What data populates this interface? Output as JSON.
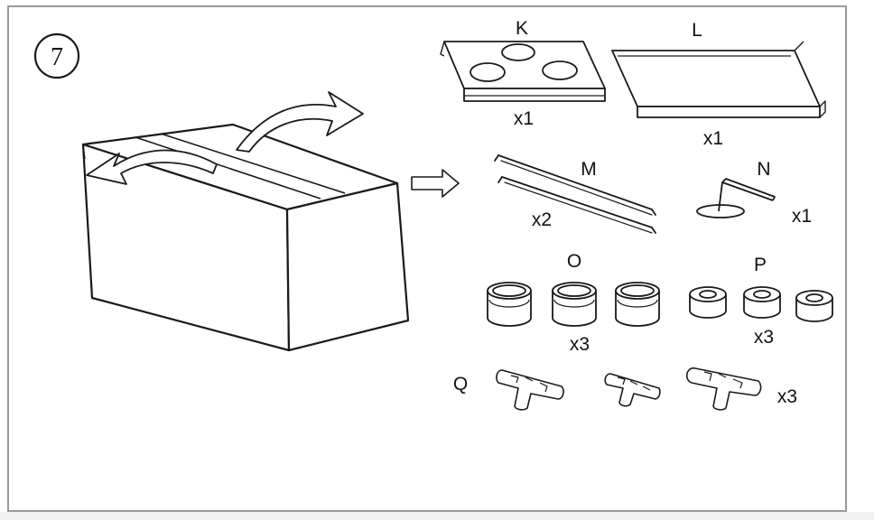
{
  "step": {
    "number": "7"
  },
  "parts": [
    {
      "letter": "K",
      "qty": "x1",
      "name": "plate-with-holes"
    },
    {
      "letter": "L",
      "qty": "x1",
      "name": "tray"
    },
    {
      "letter": "M",
      "qty": "x2",
      "name": "rods"
    },
    {
      "letter": "N",
      "qty": "x1",
      "name": "bent-rod-with-base"
    },
    {
      "letter": "O",
      "qty": "x3",
      "name": "large-rings"
    },
    {
      "letter": "P",
      "qty": "x3",
      "name": "small-rings"
    },
    {
      "letter": "Q",
      "qty": "x3",
      "name": "connectors"
    }
  ],
  "colors": {
    "line": "#1a1a1a",
    "frame": "#9a9a9a",
    "arrow_fill": "#ffffff"
  }
}
